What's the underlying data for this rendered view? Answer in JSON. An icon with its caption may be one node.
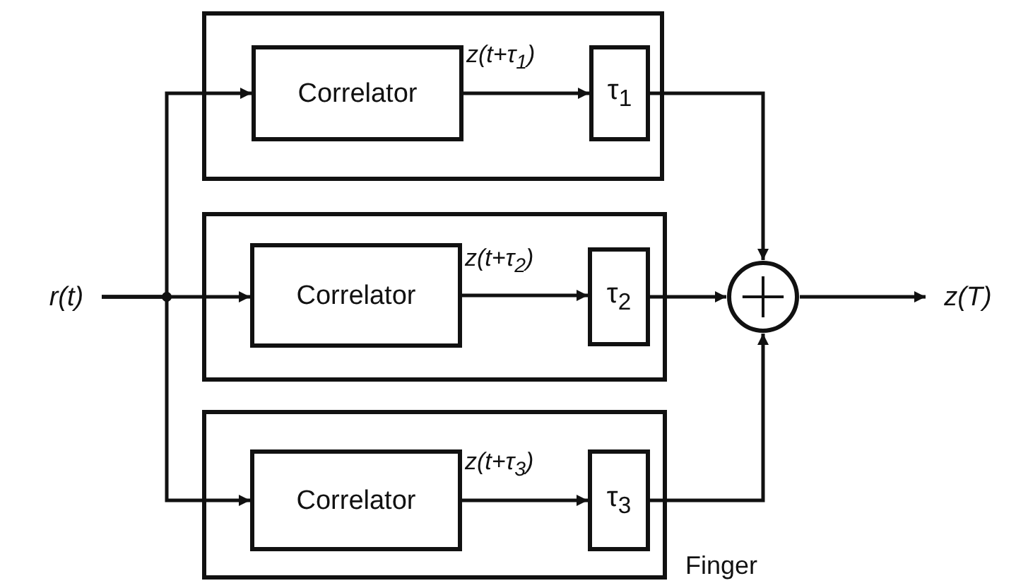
{
  "diagram": {
    "nodes": [
      {
        "text": [],
        "shape": "box"
      },
      {
        "text": [
          "Correlator"
        ],
        "in": 0
      },
      {
        "text": [
          "τ$_{1}$"
        ],
        "in": 0
      },
      {
        "text": [],
        "shape": "box"
      },
      {
        "text": [
          "Correlator"
        ],
        "in": 3
      },
      {
        "text": [
          "τ$_{2}$"
        ],
        "in": 3
      },
      {
        "text": [],
        "shape": "box",
        "beside": [
          "Finger"
        ]
      },
      {
        "text": [
          "Correlator"
        ],
        "in": 6
      },
      {
        "text": [
          "τ$_{3}$"
        ],
        "in": 6
      },
      {
        "text": [
          "r(t)"
        ]
      },
      {
        "text": [],
        "shape": "circle"
      },
      {
        "text": [
          "z(T)"
        ]
      }
    ],
    "edges": [
      {
        "from": 9,
        "to": 1,
        "arrow": "to"
      },
      {
        "from": 9,
        "to": 4,
        "arrow": "to"
      },
      {
        "from": 9,
        "to": 7,
        "arrow": "to"
      },
      {
        "from": 1,
        "to": 2,
        "arrow": "to",
        "label": "z(t+τ$_{1}$)"
      },
      {
        "from": 4,
        "to": 5,
        "arrow": "to",
        "label": "z(t+τ$_{2}$)"
      },
      {
        "from": 7,
        "to": 8,
        "arrow": "to",
        "label": "z(t+τ$_{3}$)"
      },
      {
        "from": 2,
        "to": 10,
        "arrow": "to"
      },
      {
        "from": 5,
        "to": 10,
        "arrow": "to"
      },
      {
        "from": 8,
        "to": 10,
        "arrow": "to"
      },
      {
        "from": 10,
        "to": 11,
        "arrow": "to"
      }
    ]
  }
}
